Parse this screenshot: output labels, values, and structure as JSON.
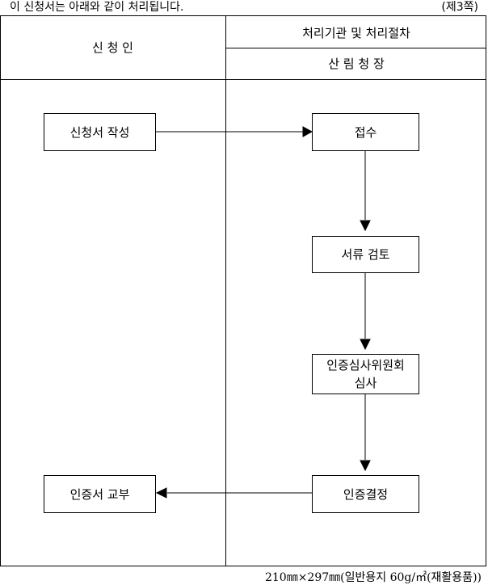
{
  "header_note": "이 신청서는 아래와 같이 처리됩니다.",
  "page_number": "(제3쪽)",
  "columns": {
    "applicant": "신 청 인",
    "agency_title": "처리기관 및 처리절차",
    "agency_name": "산 림 청 장"
  },
  "steps": {
    "apply": "신청서 작성",
    "receipt": "접수",
    "review": "서류 검토",
    "committee_line1": "인증심사위원회",
    "committee_line2": "심사",
    "decision": "인증결정",
    "issue": "인증서 교부"
  },
  "footer": "210㎜×297㎜(일반용지 60g/㎡(재활용품))"
}
